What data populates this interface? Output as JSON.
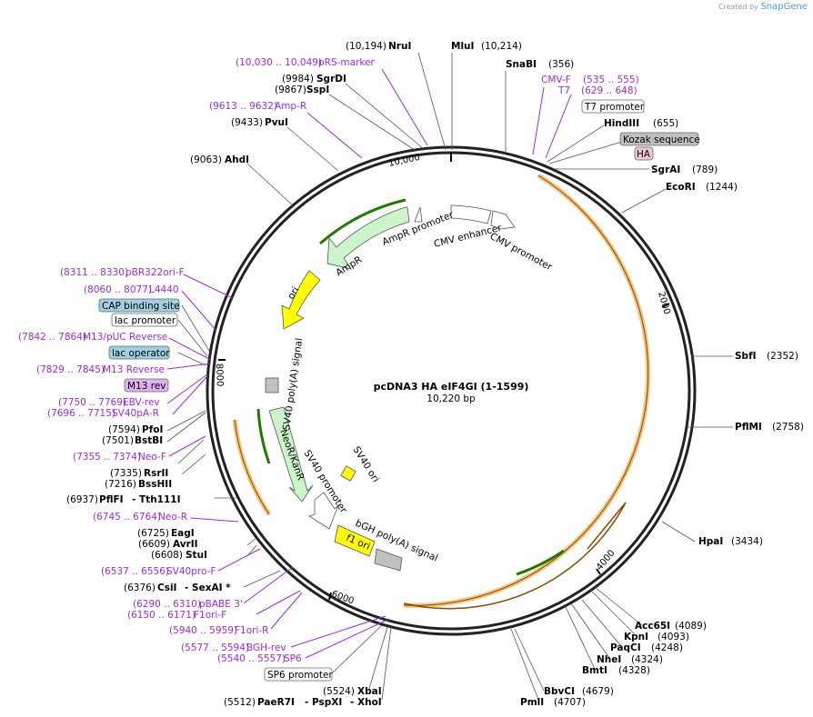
{
  "credit": {
    "prefix": "Created by",
    "brand": "SnapGene"
  },
  "plasmid": {
    "name": "pcDNA3 HA eIF4GI (1-1599)",
    "size": "10,220 bp"
  },
  "ticks": [
    "10,000",
    "2000",
    "4000",
    "6000",
    "8000"
  ],
  "colors": {
    "gene": "#ccf5cc",
    "origin": "#ffff00",
    "promoter": "#ffffff",
    "polyA": "#c0c0c0",
    "primer": "#a128e8",
    "backbone": "#000000",
    "orf_band": "#f5b85c"
  },
  "features_inner": [
    "AmpR promoter",
    "AmpR",
    "ori",
    "CMV enhancer",
    "CMV promoter",
    "SV40 poly(A) signal",
    "NeoR/KanR",
    "SV40 promoter",
    "SV40 ori",
    "f1 ori",
    "bGH poly(A) signal"
  ],
  "sites": {
    "nrui": {
      "pos": "(10,194)",
      "name": "NruI"
    },
    "mlui": {
      "name": "MluI",
      "pos": "(10,214)"
    },
    "prs": {
      "pos": "(10,030 .. 10,049)",
      "name": "pRS-marker"
    },
    "snabi": {
      "name": "SnaBI",
      "pos": "(356)"
    },
    "sgrdi": {
      "pos": "(9984)",
      "name": "SgrDI"
    },
    "sspi": {
      "pos": "(9867)",
      "name": "SspI"
    },
    "cmvf": {
      "name": "CMV-F",
      "pos": "(535 .. 555)"
    },
    "t7": {
      "name": "T7",
      "pos": "(629 .. 648)"
    },
    "ampr": {
      "pos": "(9613 .. 9632)",
      "name": "Amp-R"
    },
    "t7prom": {
      "name": "T7 promoter"
    },
    "pvui": {
      "pos": "(9433)",
      "name": "PvuI"
    },
    "hindiii": {
      "name": "HindIII",
      "pos": "(655)"
    },
    "kozak": {
      "name": "Kozak sequence"
    },
    "ha": {
      "name": "HA"
    },
    "ahdi": {
      "pos": "(9063)",
      "name": "AhdI"
    },
    "sgrai": {
      "name": "SgrAI",
      "pos": "(789)"
    },
    "ecori": {
      "name": "EcoRI",
      "pos": "(1244)"
    },
    "pbr": {
      "pos": "(8311 .. 8330)",
      "name": "pBR322ori-F"
    },
    "l4440": {
      "pos": "(8060 .. 8077)",
      "name": "L4440"
    },
    "cap": {
      "name": "CAP binding site"
    },
    "lacprom": {
      "name": "lac promoter"
    },
    "m13puc": {
      "pos": "(7842 .. 7864)",
      "name": "M13/pUC Reverse"
    },
    "lacop": {
      "name": "lac operator"
    },
    "m13rev": {
      "pos": "(7829 .. 7845)",
      "name": "M13 Reverse"
    },
    "m13revbox": {
      "name": "M13 rev"
    },
    "sbfi": {
      "name": "SbfI",
      "pos": "(2352)"
    },
    "ebv": {
      "pos": "(7750 .. 7769)",
      "name": "EBV-rev"
    },
    "sv40pa": {
      "pos": "(7696 .. 7715)",
      "name": "SV40pA-R"
    },
    "pfoi": {
      "pos": "(7594)",
      "name": "PfoI"
    },
    "bstbi": {
      "pos": "(7501)",
      "name": "BstBI"
    },
    "pflmi": {
      "name": "PflMI",
      "pos": "(2758)"
    },
    "neof": {
      "pos": "(7355 .. 7374)",
      "name": "Neo-F"
    },
    "rsrii": {
      "pos": "(7335)",
      "name": "RsrII"
    },
    "bsshii": {
      "pos": "(7216)",
      "name": "BssHII"
    },
    "pflfi": {
      "pos": "(6937)",
      "name": "PflFI",
      "alt": "- Tth111I"
    },
    "neor": {
      "pos": "(6745 .. 6764)",
      "name": "Neo-R"
    },
    "eagi": {
      "pos": "(6725)",
      "name": "EagI"
    },
    "avrii": {
      "pos": "(6609)",
      "name": "AvrII"
    },
    "hpai": {
      "name": "HpaI",
      "pos": "(3434)"
    },
    "stui": {
      "pos": "(6608)",
      "name": "StuI"
    },
    "sv40prof": {
      "pos": "(6537 .. 6556)",
      "name": "SV40pro-F"
    },
    "csii": {
      "pos": "(6376)",
      "name": "CsiI",
      "alt": "- SexAI *"
    },
    "pbabe": {
      "pos": "(6290 .. 6310)",
      "name": "pBABE 3'"
    },
    "f1orif": {
      "pos": "(6150 .. 6171)",
      "name": "F1ori-F"
    },
    "f1orir": {
      "pos": "(5940 .. 5959)",
      "name": "F1ori-R"
    },
    "bgh": {
      "pos": "(5577 .. 5594)",
      "name": "BGH-rev"
    },
    "sp6": {
      "pos": "(5540 .. 5557)",
      "name": "SP6"
    },
    "sp6prom": {
      "name": "SP6 promoter"
    },
    "xbai": {
      "pos": "(5524)",
      "name": "XbaI"
    },
    "paer7i": {
      "pos": "(5512)",
      "name": "PaeR7I",
      "alt1": "- PspXI",
      "alt2": "- XhoI"
    },
    "acc65i": {
      "name": "Acc65I",
      "pos": "(4089)"
    },
    "kpni": {
      "name": "KpnI",
      "pos": "(4093)"
    },
    "paqci": {
      "name": "PaqCI",
      "pos": "(4248)"
    },
    "nhei": {
      "name": "NheI",
      "pos": "(4324)"
    },
    "bmti": {
      "name": "BmtI",
      "pos": "(4328)"
    },
    "bbvci": {
      "name": "BbvCI",
      "pos": "(4679)"
    },
    "pmli": {
      "name": "PmlI",
      "pos": "(4707)"
    }
  }
}
